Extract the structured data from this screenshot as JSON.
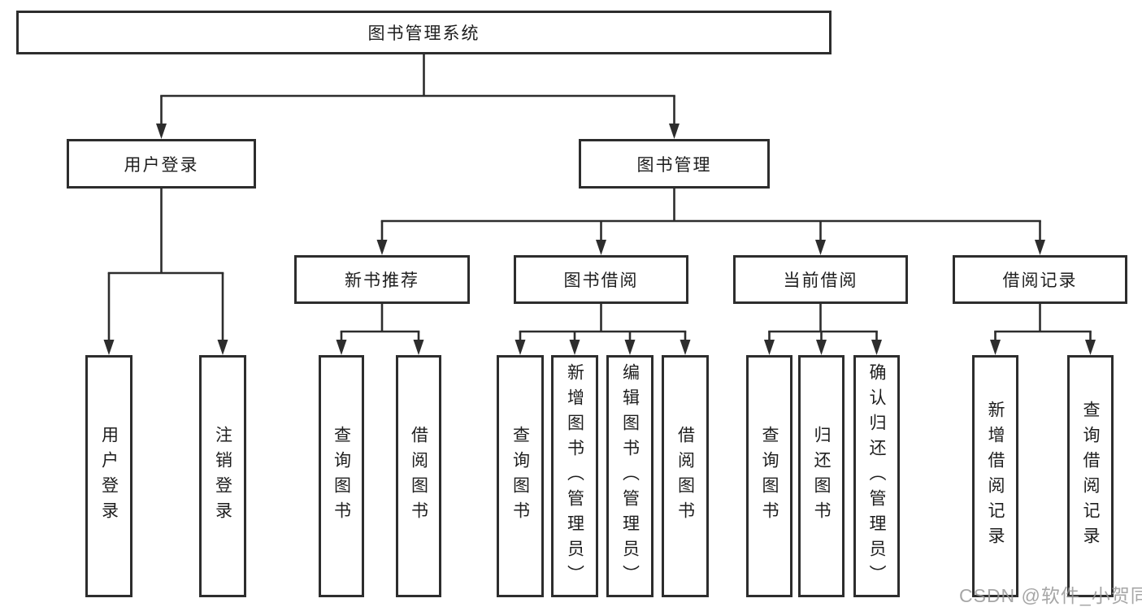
{
  "diagram_title": "图书管理系统",
  "nodes": {
    "root": {
      "label": "图书管理系统"
    },
    "userLogin": {
      "label": "用户登录"
    },
    "bookMgmt": {
      "label": "图书管理"
    },
    "newBookRec": {
      "label": "新书推荐"
    },
    "bookBorrow": {
      "label": "图书借阅"
    },
    "currentBorrow": {
      "label": "当前借阅"
    },
    "borrowRecord": {
      "label": "借阅记录"
    },
    "leafUserLogin": {
      "label": "用户登录"
    },
    "leafLogout": {
      "label": "注销登录"
    },
    "leafQueryBook1": {
      "label": "查询图书"
    },
    "leafBorrowBook1": {
      "label": "借阅图书"
    },
    "leafQueryBook2": {
      "label": "查询图书"
    },
    "leafAddBookAdmin": {
      "label": "新增图书（管理员）"
    },
    "leafEditBookAdmin": {
      "label": "编辑图书（管理员）"
    },
    "leafBorrowBook2": {
      "label": "借阅图书"
    },
    "leafQueryBook3": {
      "label": "查询图书"
    },
    "leafReturnBook": {
      "label": "归还图书"
    },
    "leafConfirmReturnAdmin": {
      "label": "确认归还（管理员）"
    },
    "leafAddBorrowRecord": {
      "label": "新增借阅记录"
    },
    "leafQueryBorrowRecord": {
      "label": "查询借阅记录"
    }
  },
  "hierarchy": {
    "图书管理系统": {
      "用户登录": [
        "用户登录",
        "注销登录"
      ],
      "图书管理": {
        "新书推荐": [
          "查询图书",
          "借阅图书"
        ],
        "图书借阅": [
          "查询图书",
          "新增图书（管理员）",
          "编辑图书（管理员）",
          "借阅图书"
        ],
        "当前借阅": [
          "查询图书",
          "归还图书",
          "确认归还（管理员）"
        ],
        "借阅记录": [
          "新增借阅记录",
          "查询借阅记录"
        ]
      }
    }
  },
  "watermark": {
    "text": "CSDN @软件_小贺同学"
  },
  "colors": {
    "line": "#2d2d2d",
    "border": "#2d2d2d",
    "text": "#1e1e1e",
    "background": "#ffffff",
    "watermark": "#969696"
  }
}
